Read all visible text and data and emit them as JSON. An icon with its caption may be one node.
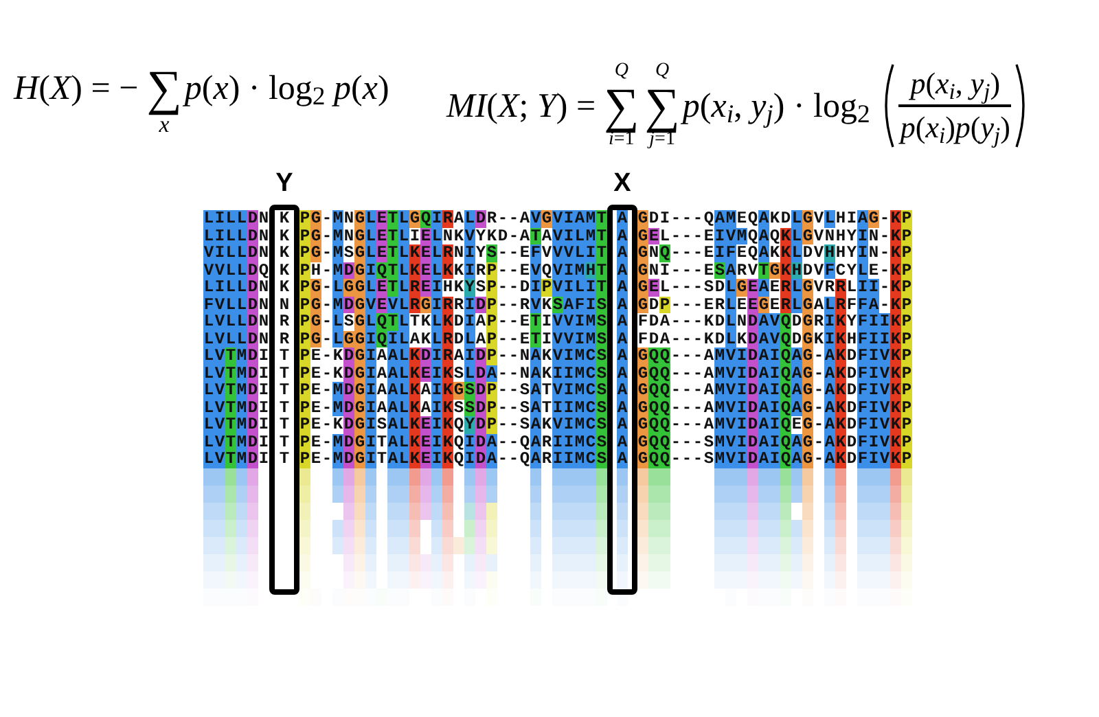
{
  "diagram": {
    "nodes": [
      {
        "text": [
          "Y"
        ]
      },
      {
        "text": [
          "X"
        ]
      }
    ],
    "labels": [
      "*H*(*X*) = −",
      "∑",
      "x",
      "*p*(*x*) · log$_{2}$ *p*(*x*)",
      "*MI*(*X*; *Y*) =",
      "Q",
      "∑",
      "*i*=1",
      "Q",
      "∑",
      "*j*=1",
      "*p*(*x*$_{i}$, *y*$_{j}$) · log$_{2}$",
      "*p*(*x*$_{i}$, *y*$_{j}$)",
      "*p*(*x*$_{i}$)*p*(*y*$_{j}$)",
      "LILLDN",
      "K",
      "PG-MNGLETLGQIRALDR--AVGVIAMT",
      "A",
      "GDI---QAMEQAKDLGVLHIAG-KP",
      "LILLDN",
      "K",
      "PG-MNGLETLIELNKVYKD-ATAVILMT",
      "A",
      "GEL---EIVMQAQKLGVNHYIN-KP",
      "VILLDN",
      "K",
      "PG-MSGLETLKELRNIYS--EFVVVLIT",
      "A",
      "GNQ---EIFEQAKKLDVHHYIN-KP",
      "VVLLDQ",
      "K",
      "PH-MDGIQTLKELKKIRP--EVQVIMHT",
      "A",
      "GNI---ESARVTGKHDVFCYLE-KP",
      "LILLDN",
      "K",
      "PG-LGGLETLREIHKYSP--DIPVILIT",
      "A",
      "GEL---SDLGEAERLGVRRLII-KP",
      "FVLLDN",
      "N",
      "PG-MDGVEVLRGIRRIDP--RVKSAFIS",
      "A",
      "GDP---ERLEEGERLGALRFFA-KP",
      "LVLLDN",
      "R",
      "PG-LSGLQTLTKLKDIAP--ETIVVIMS",
      "A",
      "FDA---KDLNDAVQDGRIKYFIIKP",
      "LVLLDN",
      "R",
      "PG-LGGIQILAKLRDLAP--ETIVVIMS",
      "A",
      "FDA---KDLKDAVQDGKIKHFIIKP",
      "LVTMDI",
      "T",
      "PE-KDGIAALKDIRAIDP--NAKVIMCS",
      "A",
      "GQQ---AMVIDAIQAG-AKDFIVKP",
      "LVTMDI",
      "T",
      "PE-KDGIAALKEIKSLDA--NAKIIMCS",
      "A",
      "GQQ---AMVIDAIQAG-AKDFIVKP",
      "LVTMDI",
      "T",
      "PE-MDGIAALKAIKGSDP--SATVIMCS",
      "A",
      "GQQ---AMVIDAIQAG-AKDFIVKP",
      "LVTMDI",
      "T",
      "PE-MDGIAALKAIKSSDP--SATIIMCS",
      "A",
      "GQQ---AMVIDAIQAG-AKDFIVKP",
      "LVTMDI",
      "T",
      "PE-KDGISALKEIKQYDP--SAKVIMCS",
      "A",
      "GQQ---AMVIDAIQEG-AKDFIVKP",
      "LVTMDI",
      "T",
      "PE-MDGITALKEIKQIDA--QARIIMCS",
      "A",
      "GQQ---SMVIDAIQAG-AKDFIVKP",
      "LVTMDI",
      "T",
      "PE-MDGITALKEIKQIDA--QARIIMCS",
      "A",
      "GQQ---SMVIDAIQAG-AKDFIVKP"
    ]
  }
}
